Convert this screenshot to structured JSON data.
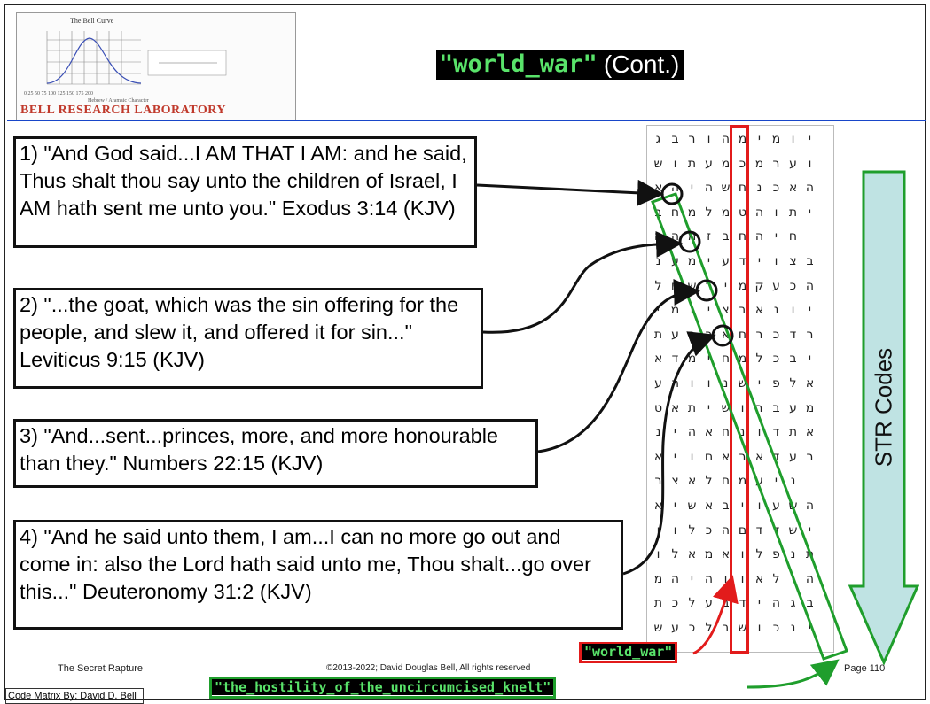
{
  "slide": {
    "title_term": "\"world_war\"",
    "title_suffix": "(Cont.)",
    "logo": {
      "chart_title": "The Bell Curve",
      "brand": "BELL RESEARCH LABORATORY",
      "x_label": "Hebrew / Aramaic Character"
    }
  },
  "quotes": [
    {
      "text": "1) \"And God said...I AM THAT I AM: and he said, Thus shalt thou say unto the children of Israel, I AM hath sent me unto you.\" Exodus 3:14 (KJV)"
    },
    {
      "text": "2) \"...the goat, which was the sin offering for the people, and slew it, and offered it for sin...\" Leviticus 9:15 (KJV)"
    },
    {
      "text": "3) \"And...sent...princes, more, and more honourable than they.\" Numbers 22:15 (KJV)"
    },
    {
      "text": "4) \"And he said unto them, I am...I can no more go out and come in: also the Lord hath said unto me, Thou shalt...go over this...\" Deuteronomy 31:2 (KJV)"
    }
  ],
  "matrix": {
    "rows": [
      "גברוהמימוי",
      "שותעמכמרעו",
      "אהיהשחנכאה",
      "בחמלמטהותי",
      "ההמזבחהיח",
      "נעמיעדיוצב",
      "לחשרימקעכה",
      "ימויצבאנוי",
      "תעבראחרכדר",
      "אדמיחמלכבי",
      "עהוונשיפלא",
      "טאתישורבעמ",
      "ניהאחנודתא",
      "איוםאראדער",
      "רצאלחמעינ",
      "אישאביועשה",
      "וולכהםדדשי",
      "ולאמאולפנת",
      "מהיהוואליה",
      "תכלעבדיהגב",
      "שעכלבשוכני"
    ]
  },
  "labels": {
    "str_codes": "STR Codes",
    "world_war": "\"world_war\"",
    "hostility": "\"the_hostility_of_the_uncircumcised_knelt\""
  },
  "footer": {
    "left": "The Secret Rapture",
    "center": "©2013-2022; David Douglas Bell, All rights reserved",
    "right": "Page 110",
    "code_by": "Code Matrix By: David D. Bell"
  },
  "colors": {
    "red": "#e21b1b",
    "green": "#1f9e2c",
    "blue_rule": "#1846c9",
    "tag_text": "#59e36a",
    "arrow_fill": "#bfe3e3"
  }
}
